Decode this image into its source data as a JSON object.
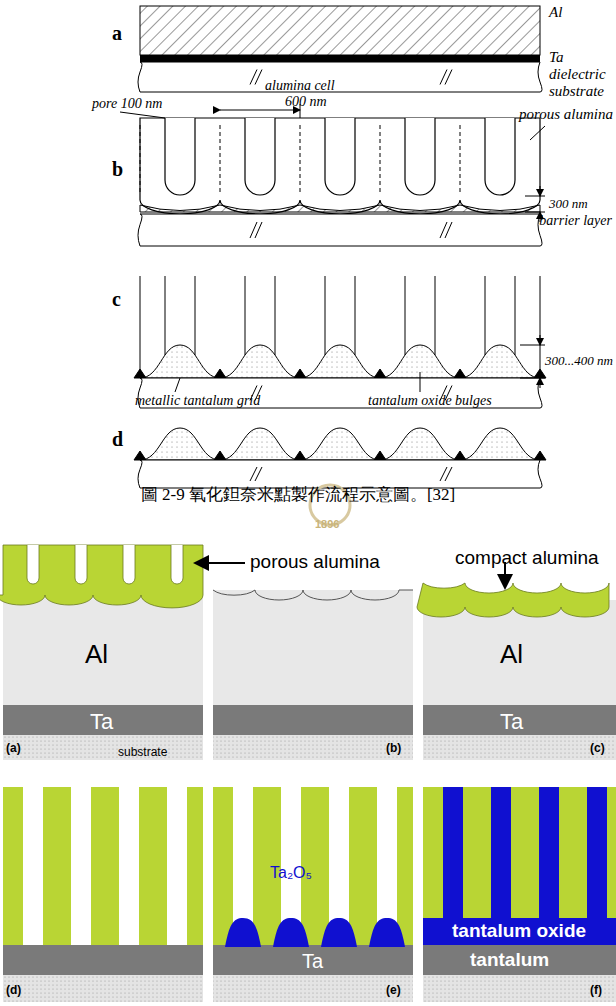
{
  "diagram": {
    "caption": "圖 2-9 氧化鉭奈米點製作流程示意圖。[32]",
    "labels": [
      "a",
      "Al",
      "Ta",
      "dielectric substrate",
      "b",
      "pore 100 nm",
      "alumina cell",
      "600 nm",
      "porous alumina",
      "300 nm",
      "barrier layer",
      "c",
      "300...400 nm",
      "metallic tantalum grid",
      "tantalum oxide bulges",
      "d",
      "1896",
      "porous alumina",
      "Al",
      "Ta",
      "substrate",
      "(a)",
      "(b)",
      "compact alumina",
      "Al",
      "Ta",
      "(c)",
      "(d)",
      "Ta₂O₅",
      "Ta",
      "(e)",
      "tantalum oxide",
      "tantalum",
      "(f)"
    ]
  }
}
